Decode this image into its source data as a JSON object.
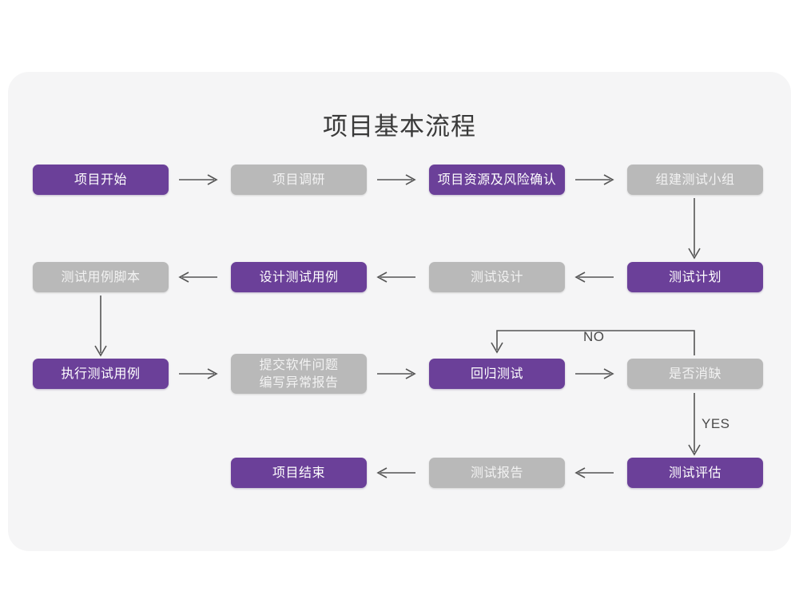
{
  "page": {
    "title": "项目基本流程",
    "background_color": "#ffffff",
    "card_color": "#f5f5f6"
  },
  "palette": {
    "purple": "#6b4099",
    "gray": "#b9b9b9",
    "line": "#555555",
    "title_text": "#3a3a3a"
  },
  "nodes": {
    "n1": {
      "label": "项目开始",
      "style": "purple"
    },
    "n2": {
      "label": "项目调研",
      "style": "gray"
    },
    "n3": {
      "label": "项目资源及风险确认",
      "style": "purple"
    },
    "n4": {
      "label": "组建测试小组",
      "style": "gray"
    },
    "n5": {
      "label": "测试计划",
      "style": "purple"
    },
    "n6": {
      "label": "测试设计",
      "style": "gray"
    },
    "n7": {
      "label": "设计测试用例",
      "style": "purple"
    },
    "n8": {
      "label": "测试用例脚本",
      "style": "gray"
    },
    "n9": {
      "label": "执行测试用例",
      "style": "purple"
    },
    "n10": {
      "label": "提交软件问题\n编写异常报告",
      "style": "gray"
    },
    "n11": {
      "label": "回归测试",
      "style": "purple"
    },
    "n12": {
      "label": "是否消缺",
      "style": "gray"
    },
    "n13": {
      "label": "测试评估",
      "style": "purple"
    },
    "n14": {
      "label": "测试报告",
      "style": "gray"
    },
    "n15": {
      "label": "项目结束",
      "style": "purple"
    }
  },
  "connector_labels": {
    "no": "NO",
    "yes": "YES"
  }
}
